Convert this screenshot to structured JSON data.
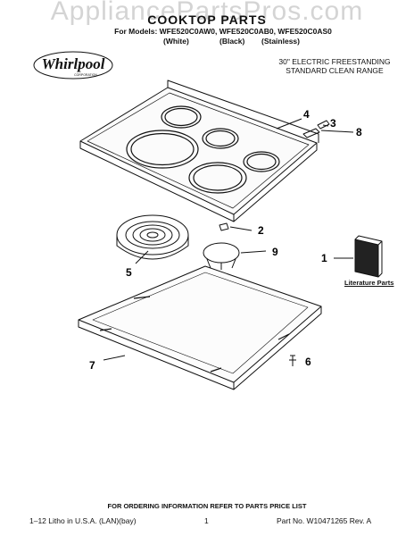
{
  "watermark": "AppliancePartsPros.com",
  "header": {
    "title": "COOKTOP PARTS",
    "models_line": "For Models: WFE520C0AW0, WFE520C0AB0, WFE520C0AS0",
    "variants": [
      "(White)",
      "(Black)",
      "(Stainless)"
    ],
    "brand": "Whirlpool",
    "brand_sub": "CORPORATION",
    "description_lines": [
      "30\" ELECTRIC FREESTANDING",
      "STANDARD CLEAN RANGE"
    ]
  },
  "callouts": [
    "1",
    "2",
    "3",
    "4",
    "5",
    "6",
    "7",
    "8",
    "9"
  ],
  "literature_label": "Literature Parts",
  "footer": {
    "note": "FOR ORDERING INFORMATION REFER TO PARTS PRICE LIST",
    "left": "1–12 Litho in U.S.A. (LAN)(bay)",
    "page": "1",
    "right": "Part No. W10471265 Rev. A"
  }
}
